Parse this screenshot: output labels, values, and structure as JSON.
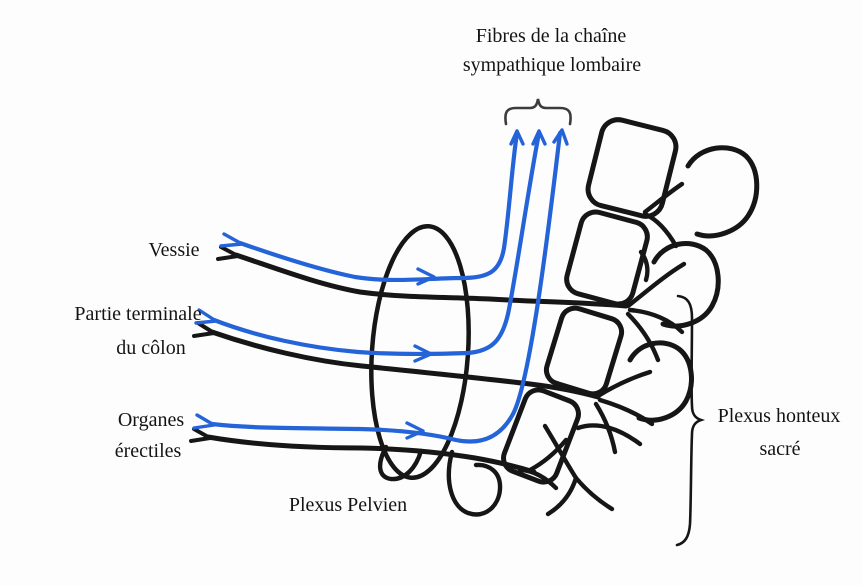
{
  "diagram": {
    "labels": {
      "lumbar_chain_line1": "Fibres de la chaîne",
      "lumbar_chain_line2": "sympathique lombaire",
      "bladder": "Vessie",
      "colon_line1": "Partie terminale",
      "colon_line2": "du côlon",
      "erectile_line1": "Organes",
      "erectile_line2": "érectiles",
      "pelvic_plexus": "Plexus Pelvien",
      "sacral_plexus_line1": "Plexus honteux",
      "sacral_plexus_line2": "sacré"
    },
    "colors": {
      "nerve_black": "#161616",
      "fiber_blue": "#2463d8",
      "brace_gray": "#3c3c3c",
      "text": "#141414",
      "background": "#fdfdfd"
    }
  }
}
